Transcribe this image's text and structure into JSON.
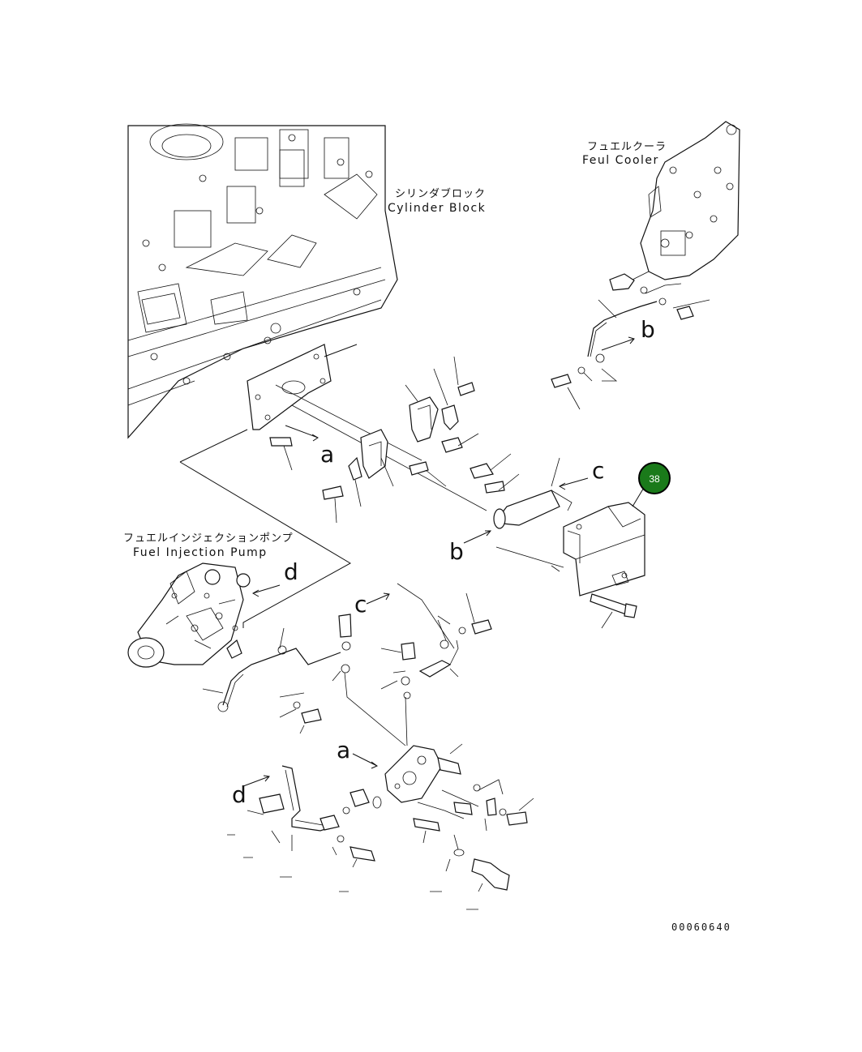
{
  "labels": {
    "cylinder_block_jp": "シリンダブロック",
    "cylinder_block_en": "Cylinder Block",
    "fuel_cooler_jp": "フュエルクーラ",
    "fuel_cooler_en": "Feul Cooler",
    "injection_pump_jp": "フュエルインジェクションポンプ",
    "injection_pump_en": "Fuel Injection Pump"
  },
  "arrow_refs": {
    "a_upper": "a",
    "a_lower": "a",
    "b_upper": "b",
    "b_lower": "b",
    "c_upper": "c",
    "c_lower": "c",
    "d_upper": "d",
    "d_lower": "d"
  },
  "callout": {
    "number": "38",
    "color": "#1a7a1a"
  },
  "drawing_code": "00060640"
}
